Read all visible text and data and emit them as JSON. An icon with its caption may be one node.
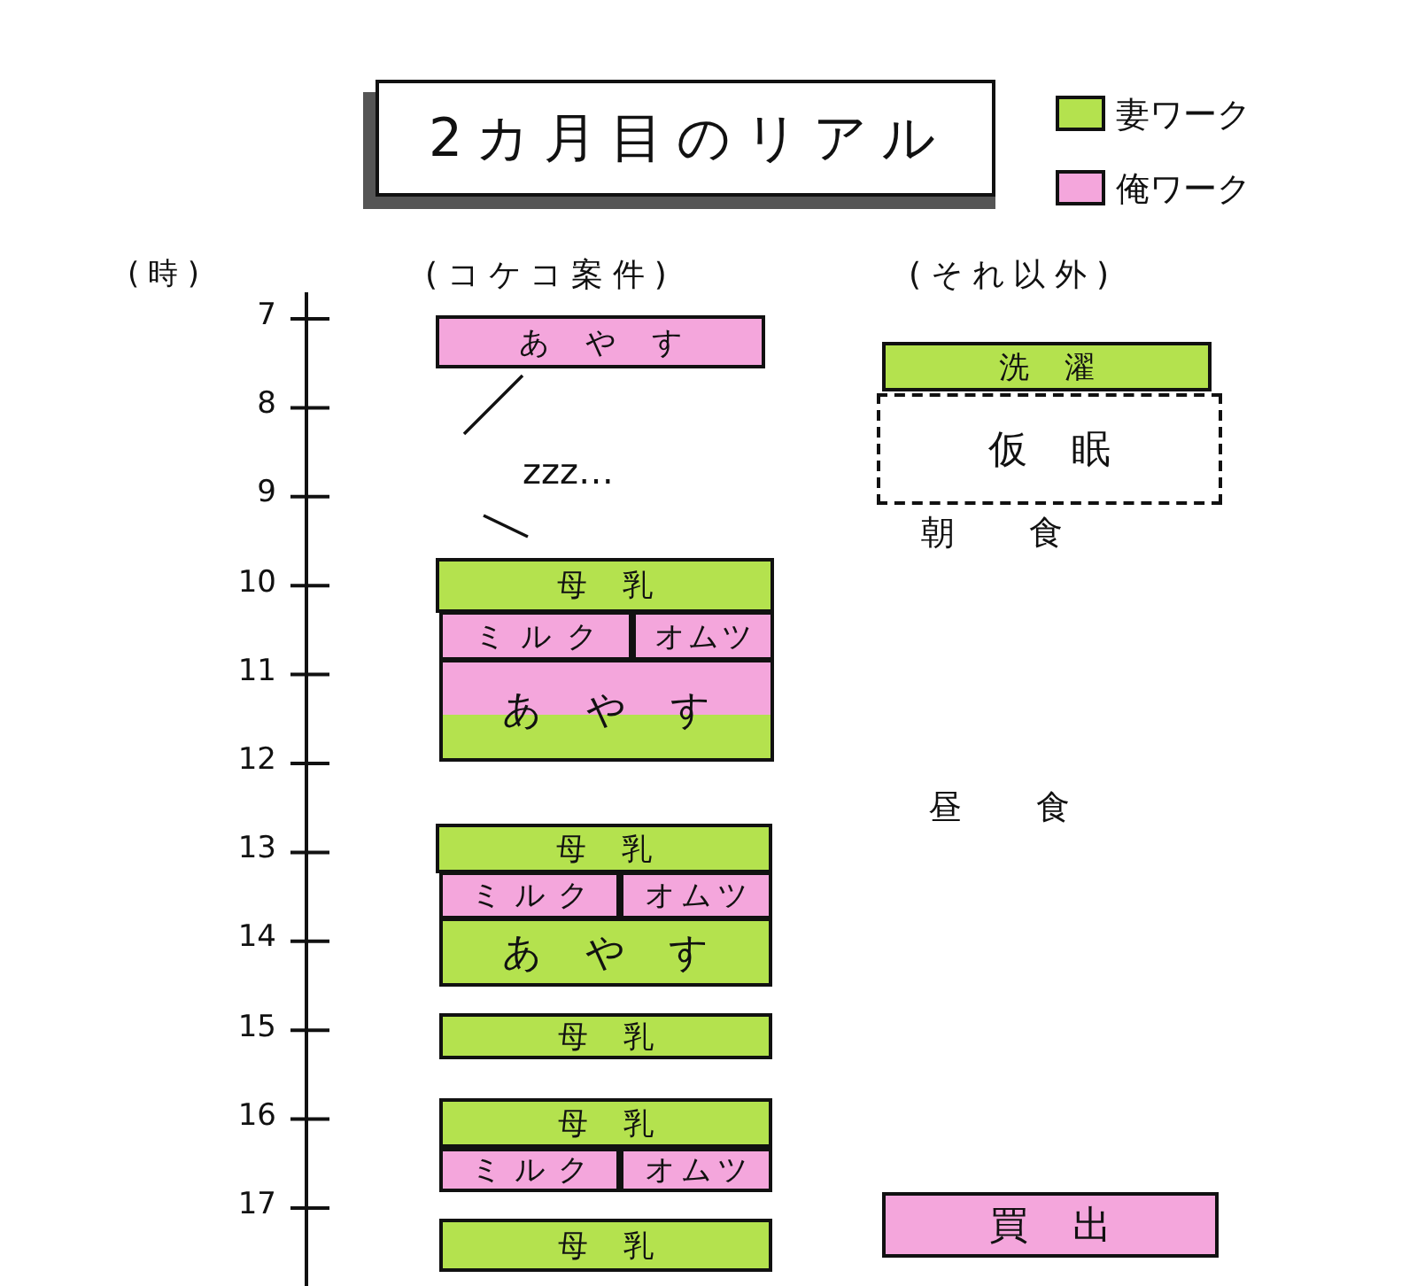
{
  "diagram": {
    "title": "2カ月目のリアル",
    "nodes": [
      {
        "text": [
          "あやす"
        ]
      },
      {
        "text": [
          "洗濯"
        ]
      },
      {
        "text": [
          "仮眠"
        ]
      },
      {
        "text": [
          "母乳"
        ]
      },
      {
        "text": [
          "ミルク"
        ]
      },
      {
        "text": [
          "オムツ"
        ]
      },
      {
        "text": [
          "あやす"
        ]
      },
      {
        "text": [
          "母乳"
        ]
      },
      {
        "text": [
          "ミルク"
        ]
      },
      {
        "text": [
          "オムツ"
        ]
      },
      {
        "text": [
          "あやす"
        ]
      },
      {
        "text": [
          "母乳"
        ]
      },
      {
        "text": [
          "母乳"
        ]
      },
      {
        "text": [
          "ミルク"
        ]
      },
      {
        "text": [
          "オムツ"
        ]
      },
      {
        "text": [
          "買出"
        ]
      },
      {
        "text": [
          "母乳"
        ]
      }
    ],
    "labels": [
      "(時)",
      "(コケコ案件)",
      "(それ以外)",
      "7",
      "8",
      "9",
      "10",
      "11",
      "12",
      "13",
      "14",
      "15",
      "16",
      "17",
      "zzz…",
      "朝食",
      "昼食"
    ],
    "legend": [
      {
        "text": "妻ワーク",
        "color": "#b4e24e"
      },
      {
        "text": "俺ワーク",
        "color": "#f4a6dc"
      }
    ]
  }
}
